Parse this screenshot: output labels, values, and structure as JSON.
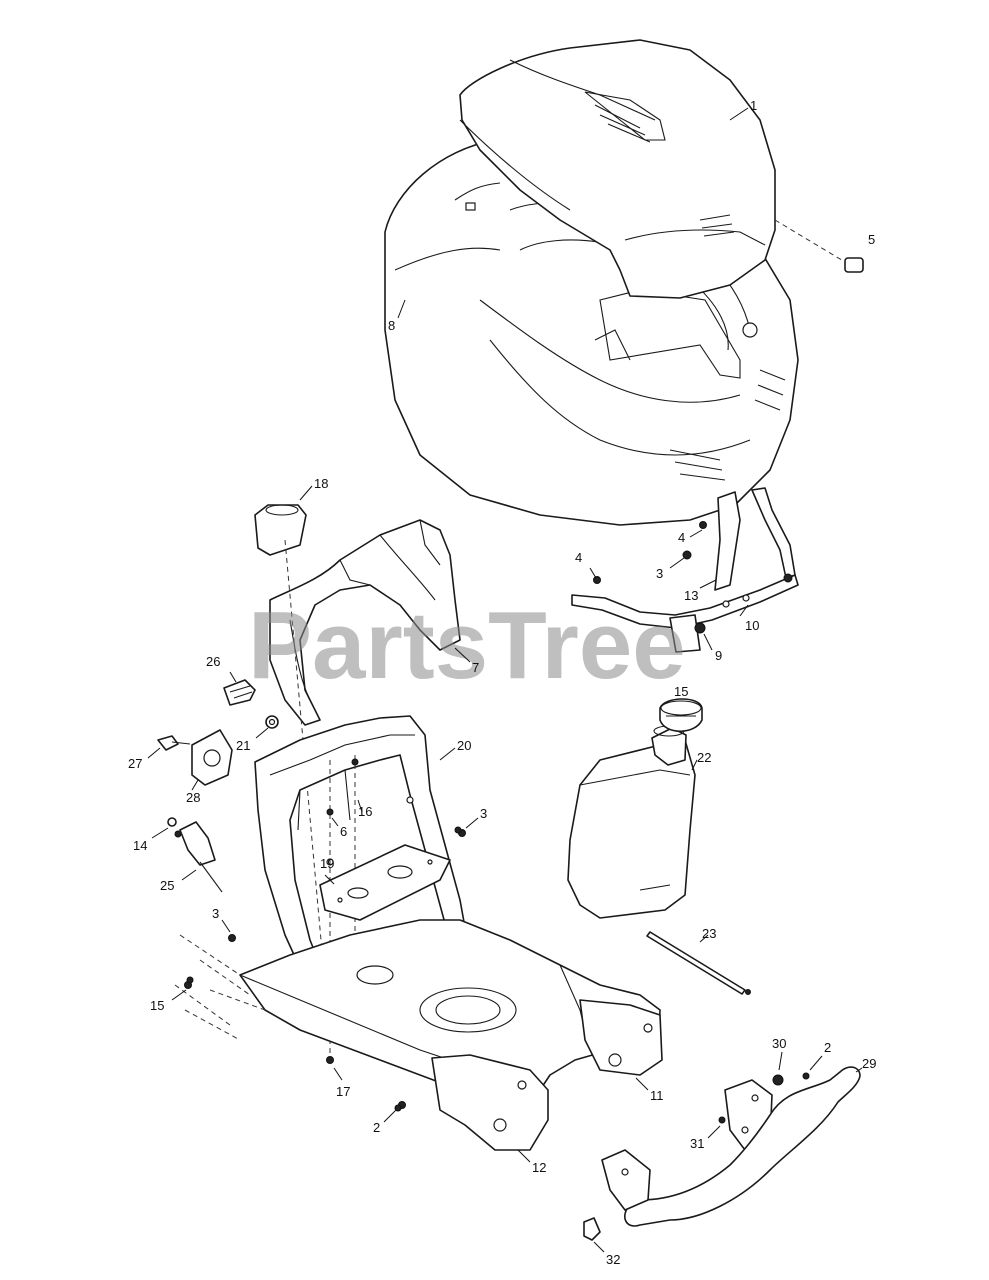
{
  "watermark": "PartsTree",
  "callouts": [
    {
      "id": "c1",
      "label": "1"
    },
    {
      "id": "c5",
      "label": "5"
    },
    {
      "id": "c8",
      "label": "8"
    },
    {
      "id": "c18",
      "label": "18"
    },
    {
      "id": "c4a",
      "label": "4"
    },
    {
      "id": "c4b",
      "label": "4"
    },
    {
      "id": "c3a",
      "label": "3"
    },
    {
      "id": "c13",
      "label": "13"
    },
    {
      "id": "c10",
      "label": "10"
    },
    {
      "id": "c9",
      "label": "9"
    },
    {
      "id": "c7",
      "label": "7"
    },
    {
      "id": "c26",
      "label": "26"
    },
    {
      "id": "c21",
      "label": "21"
    },
    {
      "id": "c15a",
      "label": "15"
    },
    {
      "id": "c27",
      "label": "27"
    },
    {
      "id": "c28",
      "label": "28"
    },
    {
      "id": "c20",
      "label": "20"
    },
    {
      "id": "c22",
      "label": "22"
    },
    {
      "id": "c16",
      "label": "16"
    },
    {
      "id": "c6",
      "label": "6"
    },
    {
      "id": "c3b",
      "label": "3"
    },
    {
      "id": "c14",
      "label": "14"
    },
    {
      "id": "c19",
      "label": "19"
    },
    {
      "id": "c25",
      "label": "25"
    },
    {
      "id": "c3c",
      "label": "3"
    },
    {
      "id": "c23",
      "label": "23"
    },
    {
      "id": "c15b",
      "label": "15"
    },
    {
      "id": "c30",
      "label": "30"
    },
    {
      "id": "c2a",
      "label": "2"
    },
    {
      "id": "c29",
      "label": "29"
    },
    {
      "id": "c17",
      "label": "17"
    },
    {
      "id": "c11",
      "label": "11"
    },
    {
      "id": "c2b",
      "label": "2"
    },
    {
      "id": "c31",
      "label": "31"
    },
    {
      "id": "c12",
      "label": "12"
    },
    {
      "id": "c32",
      "label": "32"
    }
  ]
}
